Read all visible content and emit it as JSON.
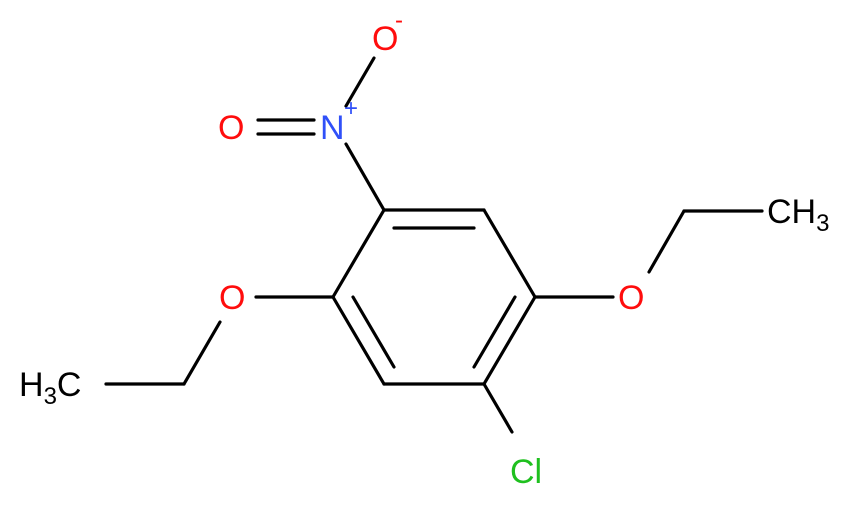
{
  "colors": {
    "oxygen": "#ff0d0d",
    "nitrogen": "#3050f8",
    "chlorine": "#1fc01f",
    "carbon": "#000000",
    "bond": "#000000",
    "background": "#ffffff"
  },
  "atoms": {
    "o_minus": {
      "symbol": "O",
      "charge": "-"
    },
    "o_double": {
      "symbol": "O"
    },
    "n_plus": {
      "symbol": "N",
      "charge": "+"
    },
    "o_left": {
      "symbol": "O"
    },
    "o_right": {
      "symbol": "O"
    },
    "ch3_left": {
      "main": "H",
      "sub": "3",
      "tail": "C"
    },
    "ch3_right": {
      "main": "CH",
      "sub": "3"
    },
    "cl": {
      "symbol": "Cl"
    }
  }
}
